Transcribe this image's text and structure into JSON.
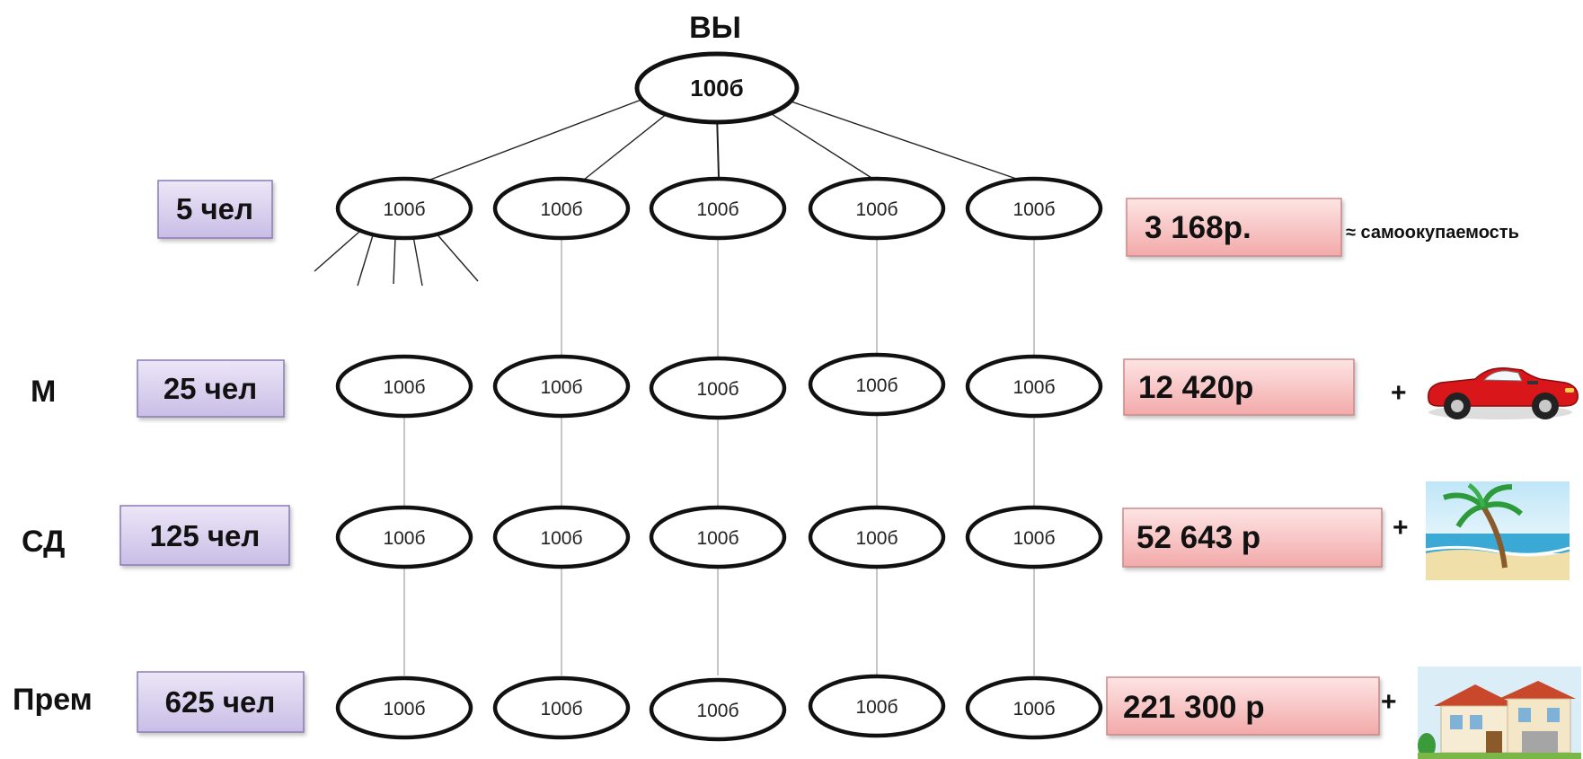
{
  "title": "ВЫ",
  "root": {
    "label": "100б"
  },
  "levels": [
    {
      "rank": "",
      "count": "5 чел",
      "income": "3 168р.",
      "note": "≈ самоокупаемость",
      "reward_icon": "",
      "nodes": [
        "100б",
        "100б",
        "100б",
        "100б",
        "100б"
      ]
    },
    {
      "rank": "М",
      "count": "25 чел",
      "income": "12 420р",
      "plus": "+",
      "reward_icon": "car-icon",
      "nodes": [
        "100б",
        "100б",
        "100б",
        "100б",
        "100б"
      ]
    },
    {
      "rank": "СД",
      "count": "125 чел",
      "income": "52 643 р",
      "plus": "+",
      "reward_icon": "beach-palm-icon",
      "nodes": [
        "100б",
        "100б",
        "100б",
        "100б",
        "100б"
      ]
    },
    {
      "rank": "Прем",
      "count": "625 чел",
      "income": "221 300 р",
      "plus": "+",
      "reward_icon": "house-icon",
      "nodes": [
        "100б",
        "100б",
        "100б",
        "100б",
        "100б"
      ]
    }
  ],
  "colors": {
    "count_box_fill": "#d9cfee",
    "count_box_border": "#8a7bb3",
    "income_box_fill": "#f7c3c3",
    "income_box_border": "#c98a8a",
    "line": "#222222",
    "connector": "#b8b8b8"
  }
}
